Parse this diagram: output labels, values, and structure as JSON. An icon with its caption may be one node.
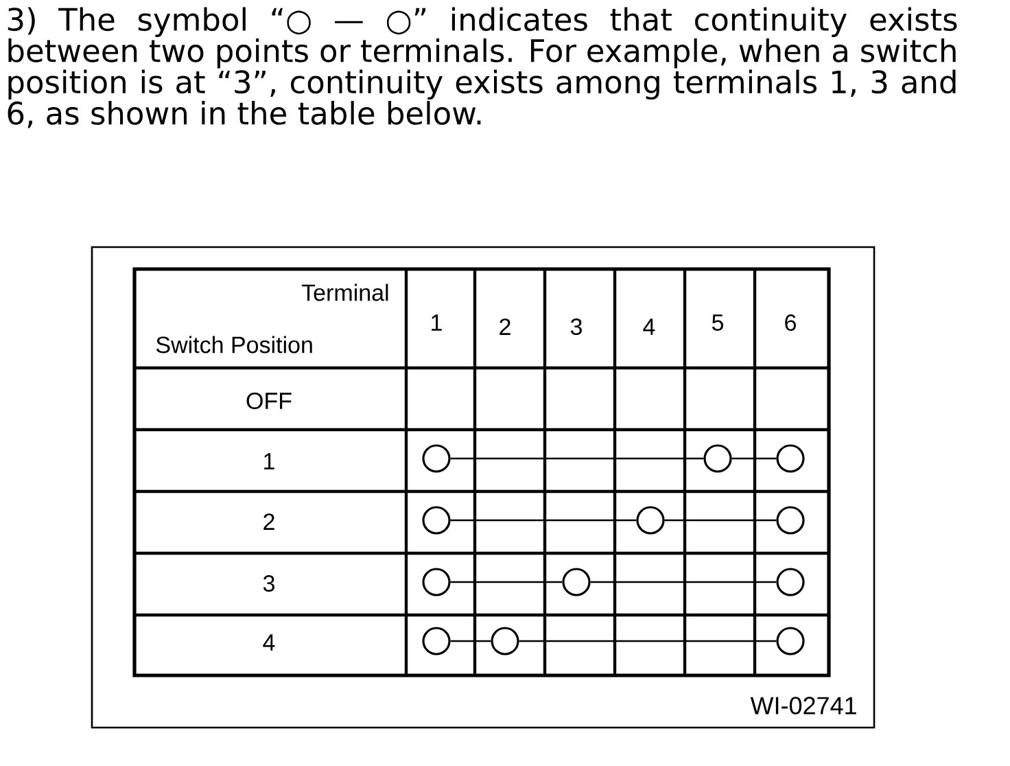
{
  "diagram": {
    "nodes": [
      {
        "text": [],
        "shape": "circle"
      },
      {
        "text": [],
        "shape": "circle"
      },
      {
        "text": [],
        "shape": "circle"
      },
      {
        "text": [],
        "shape": "circle"
      },
      {
        "text": [],
        "shape": "circle"
      },
      {
        "text": [],
        "shape": "circle"
      },
      {
        "text": [],
        "shape": "circle"
      },
      {
        "text": [],
        "shape": "circle"
      },
      {
        "text": [],
        "shape": "circle"
      },
      {
        "text": [],
        "shape": "circle"
      },
      {
        "text": [],
        "shape": "circle"
      },
      {
        "text": [],
        "shape": "circle"
      }
    ],
    "edges": [
      {
        "from": 0,
        "to": 1,
        "arrow": "none"
      },
      {
        "from": 1,
        "to": 2,
        "arrow": "none"
      },
      {
        "from": 3,
        "to": 4,
        "arrow": "none"
      },
      {
        "from": 4,
        "to": 5,
        "arrow": "none"
      },
      {
        "from": 6,
        "to": 7,
        "arrow": "none"
      },
      {
        "from": 7,
        "to": 8,
        "arrow": "none"
      },
      {
        "from": 9,
        "to": 10,
        "arrow": "none"
      },
      {
        "from": 10,
        "to": 11,
        "arrow": "none"
      }
    ],
    "labels": [
      "3) The symbol “○ — ○” indicates that continuity exists between two points or terminals. For example, when a switch position is at “3”, continuity exists among terminals 1, 3 and 6, as shown in the table below.",
      "Terminal",
      "1",
      "2",
      "3",
      "4",
      "5",
      "6",
      "Switch Position",
      "OFF",
      "1",
      "2",
      "3",
      "4",
      "WI-02741"
    ]
  }
}
